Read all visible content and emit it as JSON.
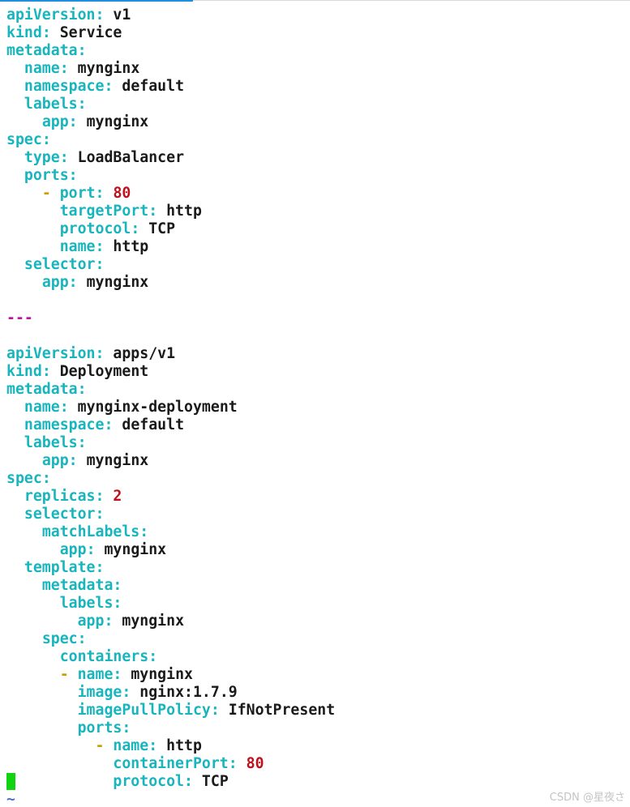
{
  "lines": [
    [
      [
        "k",
        "apiVersion"
      ],
      [
        "p",
        ": "
      ],
      [
        "v",
        "v1"
      ]
    ],
    [
      [
        "k",
        "kind"
      ],
      [
        "p",
        ": "
      ],
      [
        "v",
        "Service"
      ]
    ],
    [
      [
        "k",
        "metadata"
      ],
      [
        "p",
        ":"
      ]
    ],
    [
      [
        "v",
        "  "
      ],
      [
        "k",
        "name"
      ],
      [
        "p",
        ": "
      ],
      [
        "v",
        "mynginx"
      ]
    ],
    [
      [
        "v",
        "  "
      ],
      [
        "k",
        "namespace"
      ],
      [
        "p",
        ": "
      ],
      [
        "v",
        "default"
      ]
    ],
    [
      [
        "v",
        "  "
      ],
      [
        "k",
        "labels"
      ],
      [
        "p",
        ":"
      ]
    ],
    [
      [
        "v",
        "    "
      ],
      [
        "k",
        "app"
      ],
      [
        "p",
        ": "
      ],
      [
        "v",
        "mynginx"
      ]
    ],
    [
      [
        "k",
        "spec"
      ],
      [
        "p",
        ":"
      ]
    ],
    [
      [
        "v",
        "  "
      ],
      [
        "k",
        "type"
      ],
      [
        "p",
        ": "
      ],
      [
        "v",
        "LoadBalancer"
      ]
    ],
    [
      [
        "v",
        "  "
      ],
      [
        "k",
        "ports"
      ],
      [
        "p",
        ":"
      ]
    ],
    [
      [
        "v",
        "    "
      ],
      [
        "d",
        "- "
      ],
      [
        "k",
        "port"
      ],
      [
        "p",
        ": "
      ],
      [
        "n",
        "80"
      ]
    ],
    [
      [
        "v",
        "      "
      ],
      [
        "k",
        "targetPort"
      ],
      [
        "p",
        ": "
      ],
      [
        "v",
        "http"
      ]
    ],
    [
      [
        "v",
        "      "
      ],
      [
        "k",
        "protocol"
      ],
      [
        "p",
        ": "
      ],
      [
        "v",
        "TCP"
      ]
    ],
    [
      [
        "v",
        "      "
      ],
      [
        "k",
        "name"
      ],
      [
        "p",
        ": "
      ],
      [
        "v",
        "http"
      ]
    ],
    [
      [
        "v",
        "  "
      ],
      [
        "k",
        "selector"
      ],
      [
        "p",
        ":"
      ]
    ],
    [
      [
        "v",
        "    "
      ],
      [
        "k",
        "app"
      ],
      [
        "p",
        ": "
      ],
      [
        "v",
        "mynginx"
      ]
    ],
    [],
    [
      [
        "sep",
        "---"
      ]
    ],
    [],
    [
      [
        "k",
        "apiVersion"
      ],
      [
        "p",
        ": "
      ],
      [
        "v",
        "apps/v1"
      ]
    ],
    [
      [
        "k",
        "kind"
      ],
      [
        "p",
        ": "
      ],
      [
        "v",
        "Deployment"
      ]
    ],
    [
      [
        "k",
        "metadata"
      ],
      [
        "p",
        ":"
      ]
    ],
    [
      [
        "v",
        "  "
      ],
      [
        "k",
        "name"
      ],
      [
        "p",
        ": "
      ],
      [
        "v",
        "mynginx-deployment"
      ]
    ],
    [
      [
        "v",
        "  "
      ],
      [
        "k",
        "namespace"
      ],
      [
        "p",
        ": "
      ],
      [
        "v",
        "default"
      ]
    ],
    [
      [
        "v",
        "  "
      ],
      [
        "k",
        "labels"
      ],
      [
        "p",
        ":"
      ]
    ],
    [
      [
        "v",
        "    "
      ],
      [
        "k",
        "app"
      ],
      [
        "p",
        ": "
      ],
      [
        "v",
        "mynginx"
      ]
    ],
    [
      [
        "k",
        "spec"
      ],
      [
        "p",
        ":"
      ]
    ],
    [
      [
        "v",
        "  "
      ],
      [
        "k",
        "replicas"
      ],
      [
        "p",
        ": "
      ],
      [
        "n",
        "2"
      ]
    ],
    [
      [
        "v",
        "  "
      ],
      [
        "k",
        "selector"
      ],
      [
        "p",
        ":"
      ]
    ],
    [
      [
        "v",
        "    "
      ],
      [
        "k",
        "matchLabels"
      ],
      [
        "p",
        ":"
      ]
    ],
    [
      [
        "v",
        "      "
      ],
      [
        "k",
        "app"
      ],
      [
        "p",
        ": "
      ],
      [
        "v",
        "mynginx"
      ]
    ],
    [
      [
        "v",
        "  "
      ],
      [
        "k",
        "template"
      ],
      [
        "p",
        ":"
      ]
    ],
    [
      [
        "v",
        "    "
      ],
      [
        "k",
        "metadata"
      ],
      [
        "p",
        ":"
      ]
    ],
    [
      [
        "v",
        "      "
      ],
      [
        "k",
        "labels"
      ],
      [
        "p",
        ":"
      ]
    ],
    [
      [
        "v",
        "        "
      ],
      [
        "k",
        "app"
      ],
      [
        "p",
        ": "
      ],
      [
        "v",
        "mynginx"
      ]
    ],
    [
      [
        "v",
        "    "
      ],
      [
        "k",
        "spec"
      ],
      [
        "p",
        ":"
      ]
    ],
    [
      [
        "v",
        "      "
      ],
      [
        "k",
        "containers"
      ],
      [
        "p",
        ":"
      ]
    ],
    [
      [
        "v",
        "      "
      ],
      [
        "d",
        "- "
      ],
      [
        "k",
        "name"
      ],
      [
        "p",
        ": "
      ],
      [
        "v",
        "mynginx"
      ]
    ],
    [
      [
        "v",
        "        "
      ],
      [
        "k",
        "image"
      ],
      [
        "p",
        ": "
      ],
      [
        "v",
        "nginx:1.7.9"
      ]
    ],
    [
      [
        "v",
        "        "
      ],
      [
        "k",
        "imagePullPolicy"
      ],
      [
        "p",
        ": "
      ],
      [
        "v",
        "IfNotPresent"
      ]
    ],
    [
      [
        "v",
        "        "
      ],
      [
        "k",
        "ports"
      ],
      [
        "p",
        ":"
      ]
    ],
    [
      [
        "v",
        "          "
      ],
      [
        "d",
        "- "
      ],
      [
        "k",
        "name"
      ],
      [
        "p",
        ": "
      ],
      [
        "v",
        "http"
      ]
    ],
    [
      [
        "v",
        "            "
      ],
      [
        "k",
        "containerPort"
      ],
      [
        "p",
        ": "
      ],
      [
        "n",
        "80"
      ]
    ],
    [
      [
        "v",
        "            "
      ],
      [
        "k",
        "protocol"
      ],
      [
        "p",
        ": "
      ],
      [
        "v",
        "TCP"
      ]
    ]
  ],
  "tilde": "~",
  "watermark": "CSDN @星夜さ",
  "colors": {
    "key": "#19b5bd",
    "value": "#1a1a1a",
    "number": "#c0101c",
    "dash": "#c9a000",
    "separator": "#b2199b",
    "cursor": "#10d410",
    "tilde": "#4b6bd6"
  }
}
